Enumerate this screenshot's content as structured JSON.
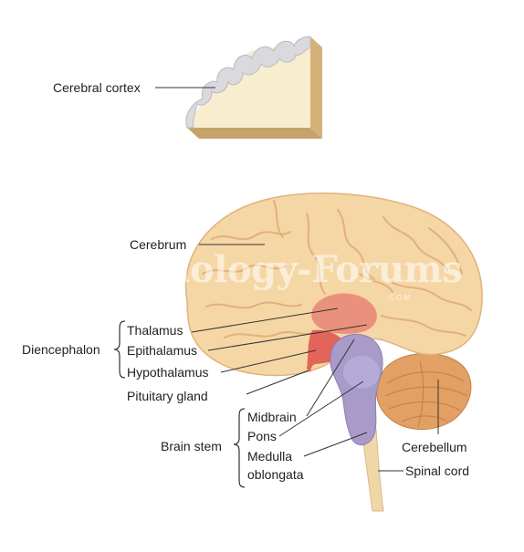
{
  "labels": {
    "cerebral_cortex": "Cerebral cortex",
    "cerebrum": "Cerebrum",
    "diencephalon": "Diencephalon",
    "thalamus": "Thalamus",
    "epithalamus": "Epithalamus",
    "hypothalamus": "Hypothalamus",
    "pituitary_gland": "Pituitary gland",
    "brain_stem": "Brain stem",
    "midbrain": "Midbrain",
    "pons": "Pons",
    "medulla_line1": "Medulla",
    "medulla_line2": "oblongata",
    "cerebellum": "Cerebellum",
    "spinal_cord": "Spinal cord"
  },
  "watermark": {
    "text": "Biology-Forums",
    "suffix": ".COM"
  },
  "colors": {
    "cerebrum": "#f5d7a6",
    "cerebrum_shade": "#e8b983",
    "cortex_gray": "#d9d9de",
    "white_matter": "#f8edcf",
    "thalamus": "#e88a78",
    "hypothalamus": "#e2655a",
    "brainstem": "#a89bc8",
    "cerebellum": "#e2a064",
    "spinal_cord": "#f0d7a8"
  }
}
